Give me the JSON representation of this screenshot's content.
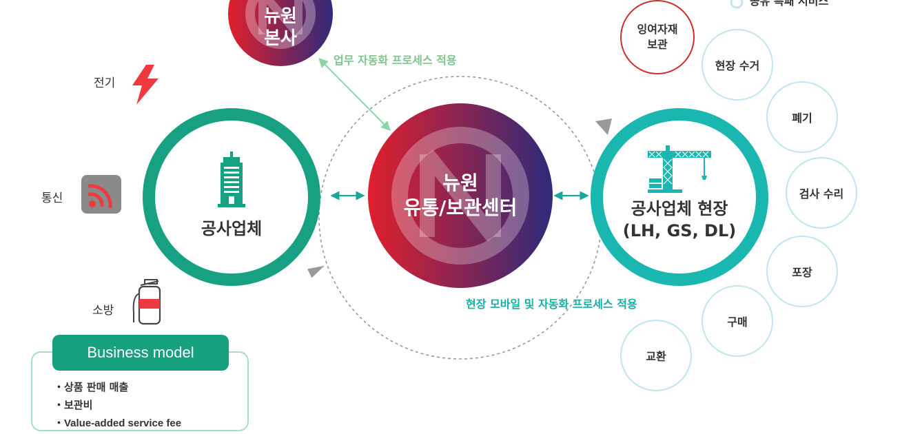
{
  "headquarters": {
    "line1": "뉴원",
    "line2": "본사"
  },
  "center": {
    "line1": "뉴원",
    "line2": "유통/보관센터"
  },
  "contractor": {
    "label": "공사업체"
  },
  "site": {
    "line1": "공사업체 현장",
    "line2": "(LH, GS, DL)"
  },
  "utilities": [
    {
      "label": "전기",
      "icon": "lightning-icon"
    },
    {
      "label": "통신",
      "icon": "wifi-icon"
    },
    {
      "label": "소방",
      "icon": "fire-extinguisher-icon"
    }
  ],
  "annotations": {
    "top": "업무 자동화 프로세스 적용",
    "bottom": "현장 모바일 및 자동화 프로세스 적용"
  },
  "legend": {
    "label": "공유 특패 서비스"
  },
  "surplus": {
    "line1": "잉여자재",
    "line2": "보관"
  },
  "services": [
    "현장 수거",
    "폐기",
    "검사 수리",
    "포장",
    "구매",
    "교환"
  ],
  "business_model": {
    "title": "Business model",
    "items": [
      "・상품 판매 매출",
      "・보관비",
      "・Value-added service fee"
    ]
  },
  "colors": {
    "contractor_ring": "#17a182",
    "site_ring": "#1ab6b0",
    "surplus_ring": "#d12b2e",
    "service_ring": "#bfe5f1",
    "arrow_green": "#8fd4a6",
    "arrow_teal": "#16a99a",
    "annotation_top": "#7cc68c",
    "annotation_bottom": "#14b0a6",
    "hub_gradient": [
      "#e0202c",
      "#2f2a7a"
    ]
  }
}
